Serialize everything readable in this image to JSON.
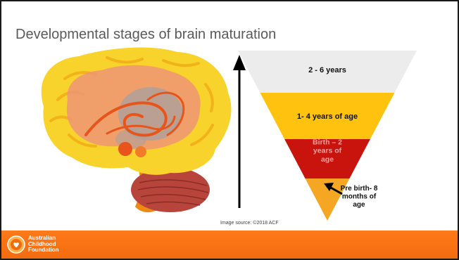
{
  "slide": {
    "title": "Developmental stages of brain maturation",
    "image_source": "Image source: ©2018 ACF"
  },
  "pyramid": {
    "levels": [
      {
        "lines": [
          "2 - 6 years"
        ],
        "color": "#ececec",
        "text_color": "#111111"
      },
      {
        "lines": [
          "1- 4 years of age"
        ],
        "color": "#ffc20e",
        "text_color": "#111111"
      },
      {
        "lines": [
          "Birth – 2",
          "years of",
          "age"
        ],
        "color": "#c8140c",
        "text_color": "#f6a0a0"
      },
      {
        "lines": [
          "Pre birth- 8",
          "months of",
          "age"
        ],
        "color": "#f5a623",
        "text_color": "#111111"
      }
    ]
  },
  "colors": {
    "footer": "#f36b0f",
    "brain_outer": "#f8d32c",
    "brain_inner": "#ee9476",
    "limbic": "#e8551c",
    "cerebellum": "#b8453c",
    "brainstem": "#ee8a14"
  },
  "footer": {
    "org_lines": [
      "Australian",
      "Childhood",
      "Foundation"
    ]
  }
}
